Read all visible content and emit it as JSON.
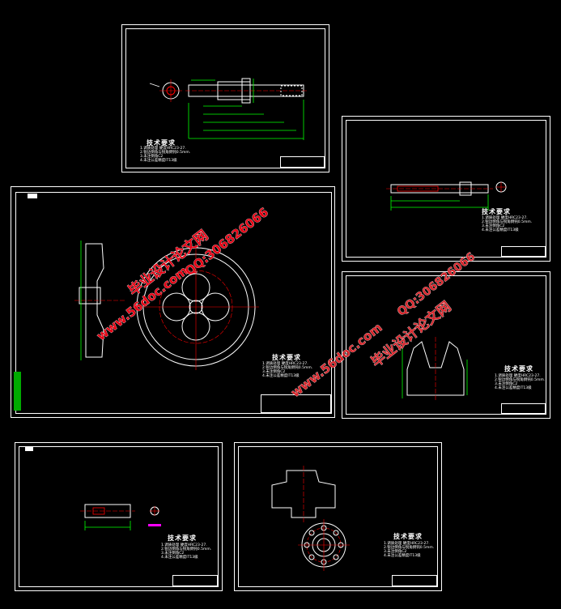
{
  "sheets": {
    "requirements_title": "技术要求",
    "requirements_lines": [
      "1.调质处理 硬度HRC23-27.",
      "2.锐边倒角与锐角倒钝0.5mm.",
      "3.未注倒角C2",
      "4.未注公差精度IT13级"
    ]
  },
  "watermarks": {
    "site": "www.56doc.com",
    "qq": "QQ:306826066",
    "brand": "毕业设计论文网"
  },
  "colors": {
    "border": "#ffffff",
    "green": "#00ff00",
    "red": "#ff0000",
    "cyan": "#00ffff",
    "blue": "#3333ff",
    "magenta": "#ff00ff",
    "watermark": "#e60012"
  }
}
